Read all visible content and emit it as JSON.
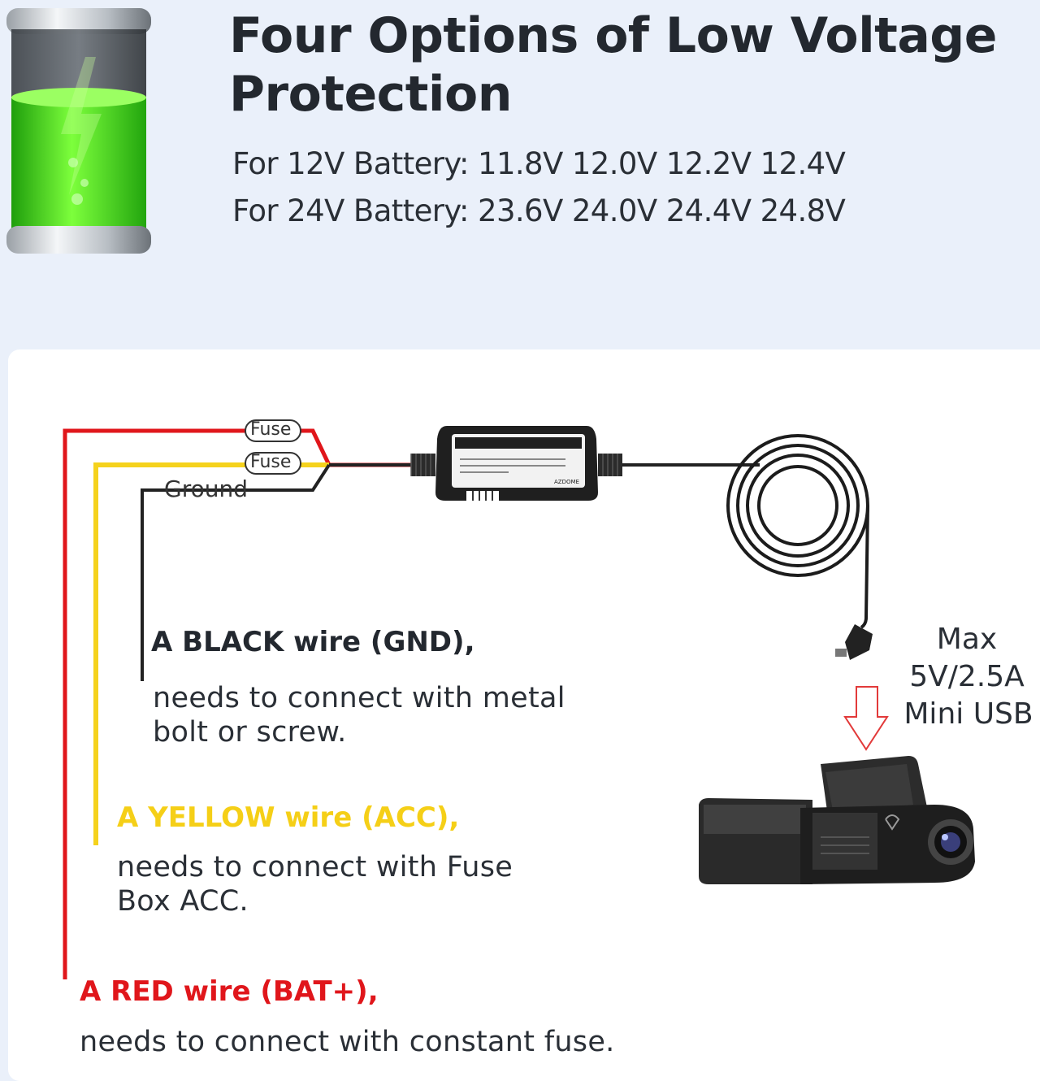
{
  "header": {
    "title_line1": "Four Options of Low Voltage",
    "title_line2": "Protection",
    "spec_12v": "For 12V Battery: 11.8V 12.0V 12.2V 12.4V",
    "spec_24v": "For 24V Battery: 23.6V 24.0V 24.4V  24.8V"
  },
  "diagram": {
    "fuse1": "Fuse",
    "fuse2": "Fuse",
    "ground": "Ground",
    "black_title": "A BLACK wire (GND),",
    "black_desc1": "needs to connect with metal",
    "black_desc2": "bolt or screw.",
    "yellow_title": "A YELLOW wire (ACC),",
    "yellow_desc1": "needs to connect with Fuse",
    "yellow_desc2": "Box ACC.",
    "red_title": "A RED wire (BAT+),",
    "red_desc1": "needs to connect with constant fuse.",
    "max_line1": "Max",
    "max_line2": "5V/2.5A",
    "max_line3": "Mini USB",
    "module_brand": "AZDOME"
  },
  "colors": {
    "red_wire": "#e0161b",
    "yellow_wire": "#f5d21c",
    "black_wire": "#222222",
    "battery_green": "#39d81b",
    "background": "#eaf0fa"
  }
}
